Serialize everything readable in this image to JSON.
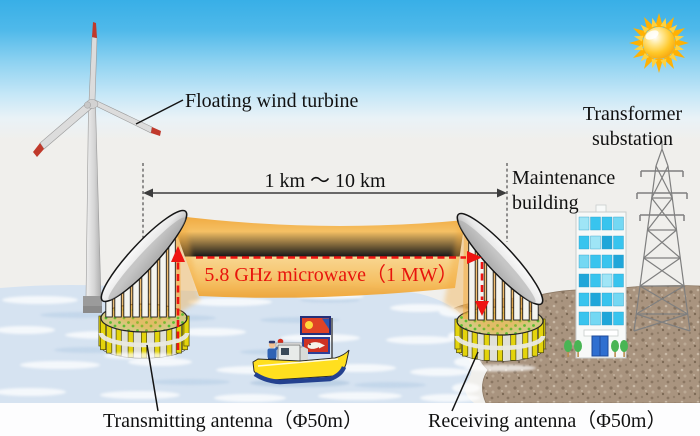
{
  "labels": {
    "floating_wind_turbine": "Floating wind turbine",
    "transformer_substation_line1": "Transformer",
    "transformer_substation_line2": "substation",
    "maintenance_building_line1": "Maintenance",
    "maintenance_building_line2": "building",
    "distance_range": "1 km ～ 10 km",
    "microwave_beam": "5.8 GHz microwave（1 MW）",
    "transmitting_antenna": "Transmitting antenna（Φ50m）",
    "receiving_antenna": "Receiving antenna（Φ50m）"
  },
  "icons": {
    "sun": "sun-icon",
    "wind_turbine": "wind-turbine-icon",
    "transmission_tower": "transmission-tower-icon",
    "maintenance_building": "maintenance-building-icon",
    "fishing_boat": "fishing-boat-icon",
    "transmitting_antenna": "transmitting-antenna-icon",
    "receiving_antenna": "receiving-antenna-icon",
    "microwave_beam": "microwave-beam-shape"
  },
  "colors": {
    "sky_top": "#38afe7",
    "beam_orange": "#f3a93a",
    "microwave_text_red": "#e8140c",
    "water_blue": "#d6e3f1",
    "ground_brown": "#a9947f",
    "sun_core": "#ffc829",
    "antenna_pillar_yellow": "#e4d40c",
    "building_window_cyan": "#38c4ee"
  }
}
